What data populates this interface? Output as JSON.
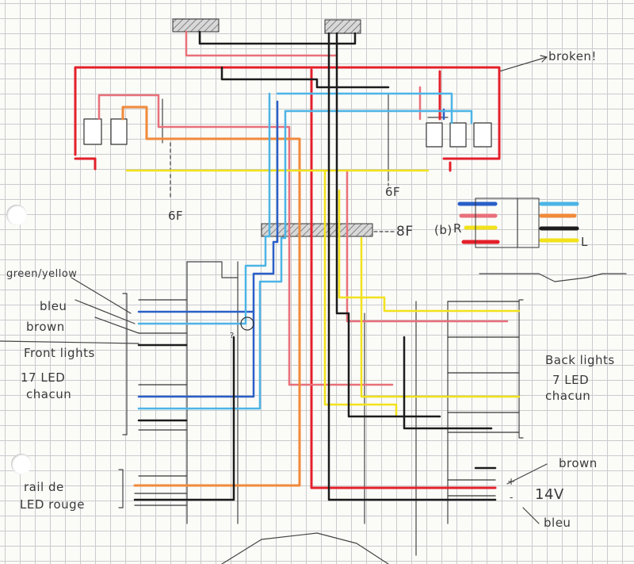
{
  "title": "Wiring diagram (hand-drawn on graph paper)",
  "annotations": {
    "broken": "broken!",
    "fuse_left": "6F",
    "fuse_right": "6F",
    "connector_8f": "8F",
    "legend_b": "(b)",
    "legend_r": "R",
    "legend_l": "L",
    "question": "?",
    "plus": "+",
    "minus": "-"
  },
  "front": {
    "green_yellow": "green/yellow",
    "bleu": "bleu",
    "brown": "brown",
    "title": "Front lights",
    "count": "17 LED",
    "each": "chacun"
  },
  "back": {
    "title": "Back lights",
    "count": "7 LED",
    "each": "chacun"
  },
  "rail": {
    "line1": "rail de",
    "line2": "LED rouge"
  },
  "power": {
    "brown": "brown",
    "voltage": "14V",
    "bleu": "bleu"
  },
  "colors": {
    "red": "#e3202a",
    "pink": "#e8707a",
    "orange": "#f08a3a",
    "yellow": "#f2e21a",
    "blue": "#2a5fc8",
    "lightblue": "#4cb4e6",
    "black": "#1c1c1c",
    "pencil": "#444444"
  }
}
